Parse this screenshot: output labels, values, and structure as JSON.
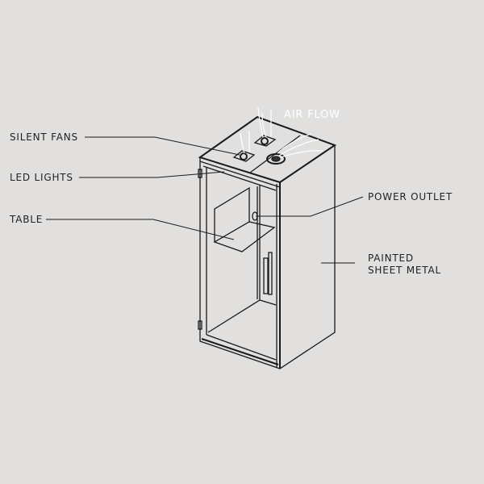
{
  "labels": {
    "silent_fans": "SILENT FANS",
    "led_lights": "LED LIGHTS",
    "table": "TABLE",
    "air_flow": "AIR FLOW",
    "power_outlet": "POWER OUTLET",
    "painted_line1": "PAINTED",
    "painted_line2": "SHEET METAL"
  },
  "colors": {
    "background": "#e1e0de",
    "line": "#1a1a1a",
    "airflow": "#ffffff"
  }
}
